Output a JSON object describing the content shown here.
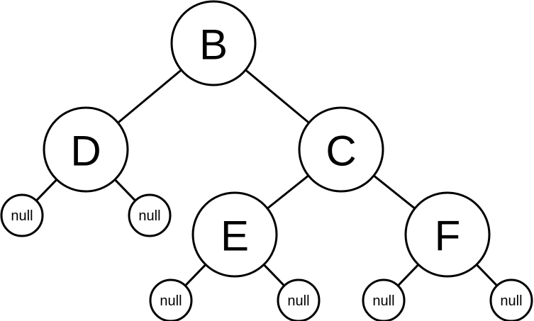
{
  "tree": {
    "nodes": [
      {
        "id": "B",
        "label": "B",
        "kind": "internal"
      },
      {
        "id": "D",
        "label": "D",
        "kind": "internal"
      },
      {
        "id": "C",
        "label": "C",
        "kind": "internal"
      },
      {
        "id": "E",
        "label": "E",
        "kind": "internal"
      },
      {
        "id": "F",
        "label": "F",
        "kind": "internal"
      },
      {
        "id": "D_left",
        "label": "null",
        "kind": "null"
      },
      {
        "id": "D_right",
        "label": "null",
        "kind": "null"
      },
      {
        "id": "E_left",
        "label": "null",
        "kind": "null"
      },
      {
        "id": "E_right",
        "label": "null",
        "kind": "null"
      },
      {
        "id": "F_left",
        "label": "null",
        "kind": "null"
      },
      {
        "id": "F_right",
        "label": "null",
        "kind": "null"
      }
    ],
    "edges": [
      {
        "from": "B",
        "to": "D"
      },
      {
        "from": "B",
        "to": "C"
      },
      {
        "from": "D",
        "to": "D_left"
      },
      {
        "from": "D",
        "to": "D_right"
      },
      {
        "from": "C",
        "to": "E"
      },
      {
        "from": "C",
        "to": "F"
      },
      {
        "from": "E",
        "to": "E_left"
      },
      {
        "from": "E",
        "to": "E_right"
      },
      {
        "from": "F",
        "to": "F_left"
      },
      {
        "from": "F",
        "to": "F_right"
      }
    ],
    "colors": {
      "stroke": "#000000",
      "fill": "#ffffff",
      "text": "#000000"
    }
  }
}
